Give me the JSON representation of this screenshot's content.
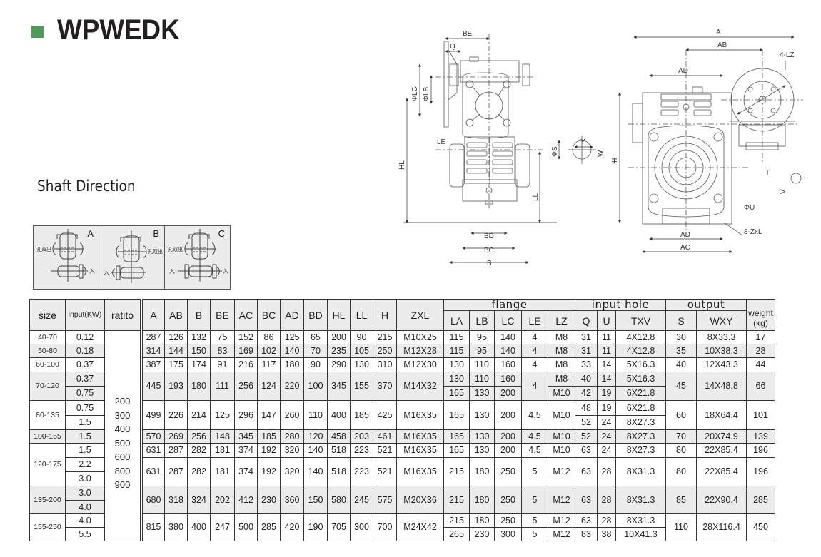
{
  "header": {
    "title": "WPWEDK",
    "accent_color": "#4f9a5a"
  },
  "shaft_direction": {
    "title": "Shaft Direction",
    "options": [
      {
        "label": "A",
        "output_mark": "孔双出",
        "input_mark": "入"
      },
      {
        "label": "B",
        "output_mark": "孔双出",
        "input_mark": "入"
      },
      {
        "label": "C",
        "output_mark": "孔双出",
        "input_mark": "入"
      }
    ]
  },
  "drawings": {
    "side_view_labels": [
      "BE",
      "Q",
      "ΦLC",
      "ΦLB",
      "LE",
      "HL",
      "LL",
      "BD",
      "BC",
      "B",
      "ΦS",
      "Y",
      "W",
      "H"
    ],
    "front_view_labels": [
      "A",
      "AB",
      "AD",
      "4-LZ",
      "H",
      "T",
      "V",
      "ΦU",
      "AD",
      "AC",
      "8-ZxL"
    ]
  },
  "table": {
    "headers": {
      "size": "size",
      "input": "input(KW)",
      "ratio": "ratito",
      "dims": [
        "A",
        "AB",
        "B",
        "BE",
        "AC",
        "BC",
        "AD",
        "BD",
        "HL",
        "LL",
        "H",
        "ZXL"
      ],
      "flange_group": "flange",
      "flange": [
        "LA",
        "LB",
        "LC",
        "LE",
        "LZ"
      ],
      "input_hole_group": "input hole",
      "input_hole": [
        "Q",
        "U",
        "TXV"
      ],
      "output_group": "output",
      "output": [
        "S",
        "WXY"
      ],
      "weight": "weight",
      "weight_unit": "(kg)"
    },
    "ratios": [
      "200",
      "300",
      "400",
      "500",
      "600",
      "800",
      "900"
    ],
    "rows": [
      {
        "size": "40-70",
        "inputs": [
          "0.12"
        ],
        "dims": [
          "287",
          "126",
          "132",
          "75",
          "152",
          "86",
          "125",
          "65",
          "200",
          "90",
          "215",
          "M10X25"
        ],
        "flange": [
          [
            "115",
            "95",
            "140",
            "4",
            "M8"
          ]
        ],
        "input_hole": [
          [
            "31",
            "11",
            "4X12.8"
          ]
        ],
        "output": [
          "30",
          "8X33.3"
        ],
        "weight": "17"
      },
      {
        "size": "50-80",
        "inputs": [
          "0.18"
        ],
        "dims": [
          "314",
          "144",
          "150",
          "83",
          "169",
          "102",
          "140",
          "70",
          "235",
          "105",
          "250",
          "M12X28"
        ],
        "flange": [
          [
            "115",
            "95",
            "140",
            "4",
            "M8"
          ]
        ],
        "input_hole": [
          [
            "31",
            "11",
            "4X12.8"
          ]
        ],
        "output": [
          "35",
          "10X38.3"
        ],
        "weight": "28"
      },
      {
        "size": "60-100",
        "inputs": [
          "0.37"
        ],
        "dims": [
          "387",
          "175",
          "174",
          "91",
          "216",
          "117",
          "180",
          "90",
          "290",
          "130",
          "310",
          "M12X30"
        ],
        "flange": [
          [
            "130",
            "110",
            "160",
            "4",
            "M8"
          ]
        ],
        "input_hole": [
          [
            "33",
            "14",
            "5X16.3"
          ]
        ],
        "output": [
          "40",
          "12X43.3"
        ],
        "weight": "44"
      },
      {
        "size": "70-120",
        "inputs": [
          "0.37",
          "0.75"
        ],
        "dims": [
          "445",
          "193",
          "180",
          "111",
          "256",
          "124",
          "220",
          "100",
          "345",
          "155",
          "370",
          "M14X32"
        ],
        "flange": [
          [
            "130",
            "110",
            "160",
            "4",
            "M8"
          ],
          [
            "165",
            "130",
            "200",
            "4",
            "M10"
          ]
        ],
        "input_hole": [
          [
            "40",
            "14",
            "5X16.3"
          ],
          [
            "42",
            "19",
            "6X21.8"
          ]
        ],
        "output": [
          "45",
          "14X48.8"
        ],
        "weight": "66"
      },
      {
        "size": "80-135",
        "inputs": [
          "0.75",
          "1.5"
        ],
        "dims": [
          "499",
          "226",
          "214",
          "125",
          "296",
          "147",
          "260",
          "110",
          "400",
          "185",
          "425",
          "M16X35"
        ],
        "flange": [
          [
            "165",
            "130",
            "200",
            "4.5",
            "M10"
          ]
        ],
        "input_hole": [
          [
            "48",
            "19",
            "6X21.8"
          ],
          [
            "52",
            "24",
            "8X27.3"
          ]
        ],
        "output": [
          "60",
          "18X64.4"
        ],
        "weight": "101"
      },
      {
        "size": "100-155",
        "inputs": [
          "1.5"
        ],
        "dims": [
          "570",
          "269",
          "256",
          "148",
          "345",
          "185",
          "280",
          "120",
          "458",
          "203",
          "461",
          "M16X35"
        ],
        "flange": [
          [
            "165",
            "130",
            "200",
            "4.5",
            "M10"
          ]
        ],
        "input_hole": [
          [
            "52",
            "24",
            "8X27.3"
          ]
        ],
        "output": [
          "70",
          "20X74.9"
        ],
        "weight": "139"
      },
      {
        "size": "120-175",
        "inputs": [
          "1.5"
        ],
        "dims": [
          "631",
          "287",
          "282",
          "181",
          "374",
          "192",
          "320",
          "140",
          "518",
          "223",
          "521",
          "M16X35"
        ],
        "flange": [
          [
            "165",
            "130",
            "200",
            "4.5",
            "M10"
          ]
        ],
        "input_hole": [
          [
            "63",
            "24",
            "8X27.3"
          ]
        ],
        "output": [
          "80",
          "22X85.4"
        ],
        "weight": "196"
      },
      {
        "size": "120-175",
        "inputs": [
          "2.2",
          "3.0"
        ],
        "dims": [
          "631",
          "287",
          "282",
          "181",
          "374",
          "192",
          "320",
          "140",
          "518",
          "223",
          "521",
          "M16X35"
        ],
        "flange": [
          [
            "215",
            "180",
            "250",
            "5",
            "M12"
          ]
        ],
        "input_hole": [
          [
            "63",
            "28",
            "8X31.3"
          ]
        ],
        "output": [
          "80",
          "22X85.4"
        ],
        "weight": "196"
      },
      {
        "size": "135-200",
        "inputs": [
          "3.0",
          "4.0"
        ],
        "dims": [
          "680",
          "318",
          "324",
          "202",
          "412",
          "230",
          "360",
          "150",
          "580",
          "245",
          "575",
          "M20X36"
        ],
        "flange": [
          [
            "215",
            "180",
            "250",
            "5",
            "M12"
          ]
        ],
        "input_hole": [
          [
            "63",
            "28",
            "8X31.3"
          ]
        ],
        "output": [
          "85",
          "22X90.4"
        ],
        "weight": "285"
      },
      {
        "size": "155-250",
        "inputs": [
          "4.0",
          "5.5"
        ],
        "dims": [
          "815",
          "380",
          "400",
          "247",
          "500",
          "285",
          "420",
          "190",
          "705",
          "300",
          "700",
          "M24X42"
        ],
        "flange": [
          [
            "215",
            "180",
            "250",
            "5",
            "M12"
          ],
          [
            "265",
            "230",
            "300",
            "5",
            "M12"
          ]
        ],
        "input_hole": [
          [
            "63",
            "28",
            "8X31.3"
          ],
          [
            "83",
            "38",
            "10X41.3"
          ]
        ],
        "output": [
          "110",
          "28X116.4"
        ],
        "weight": "450"
      }
    ]
  }
}
